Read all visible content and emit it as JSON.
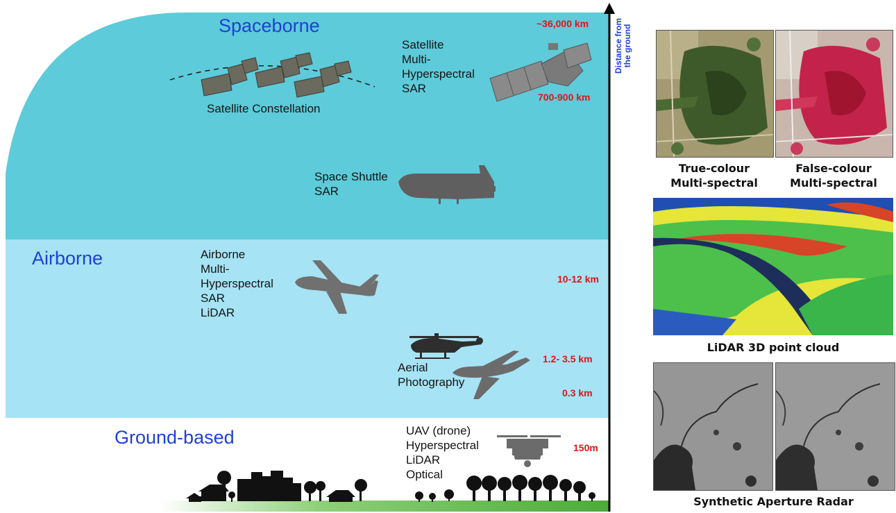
{
  "zones": {
    "spaceborne": "Spaceborne",
    "airborne": "Airborne",
    "ground": "Ground-based"
  },
  "platforms": {
    "constellation": "Satellite Constellation",
    "satellite": [
      "Satellite",
      "Multi-",
      "Hyperspectral",
      "SAR"
    ],
    "shuttle": [
      "Space Shuttle",
      "SAR"
    ],
    "airborne": [
      "Airborne",
      "Multi-",
      "Hyperspectral",
      "SAR",
      "LiDAR"
    ],
    "aerial": [
      "Aerial",
      "Photography"
    ],
    "uav": [
      "UAV (drone)",
      "Hyperspectral",
      "LiDAR",
      "Optical"
    ]
  },
  "distances": {
    "geo": "~36,000 km",
    "leo": "700-900 km",
    "aircraft": "10-12 km",
    "helicopter": "1.2- 3.5 km",
    "light_aircraft": "0.3 km",
    "drone": "150m"
  },
  "axis": {
    "line1": "Distance from",
    "line2": "the ground"
  },
  "captions": {
    "true_colour": [
      "True-colour",
      "Multi-spectral"
    ],
    "false_colour": [
      "False-colour",
      "Multi-spectral"
    ],
    "lidar": "LiDAR 3D point cloud",
    "sar": "Synthetic Aperture Radar"
  },
  "colors": {
    "spaceborne": "#5dcbd9",
    "airborne": "#a6e3f4",
    "silhouette": "#6b6b6b",
    "distance": "#e01515",
    "zone_title": "#1f3fd6"
  }
}
